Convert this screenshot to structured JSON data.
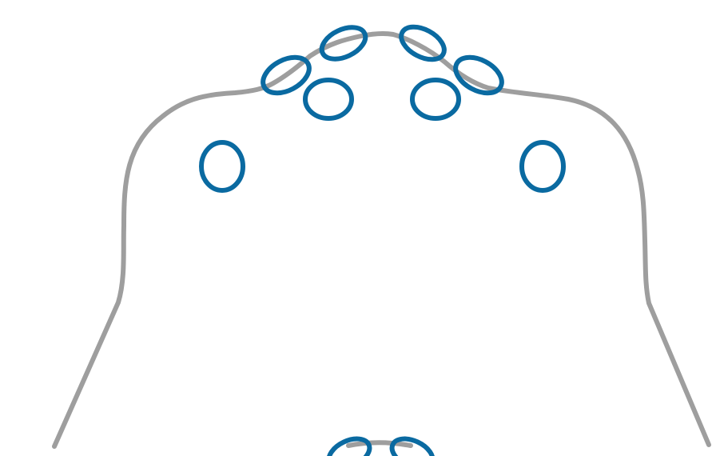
{
  "colors": {
    "background": "#ffffff",
    "outline": "#9e9e9e",
    "marker": "#0a6aa1"
  },
  "diagram": {
    "outline": {
      "kind": "head-shoulders-silhouette"
    },
    "markers": [
      {
        "id": "top-left-1",
        "shape": "ellipse"
      },
      {
        "id": "top-left-2",
        "shape": "ellipse"
      },
      {
        "id": "top-right-1",
        "shape": "ellipse"
      },
      {
        "id": "top-right-2",
        "shape": "ellipse"
      },
      {
        "id": "inner-left",
        "shape": "ellipse"
      },
      {
        "id": "inner-right",
        "shape": "ellipse"
      },
      {
        "id": "side-left",
        "shape": "ellipse"
      },
      {
        "id": "side-right",
        "shape": "ellipse"
      },
      {
        "id": "bottom-left",
        "shape": "ellipse"
      },
      {
        "id": "bottom-right",
        "shape": "ellipse"
      }
    ]
  }
}
